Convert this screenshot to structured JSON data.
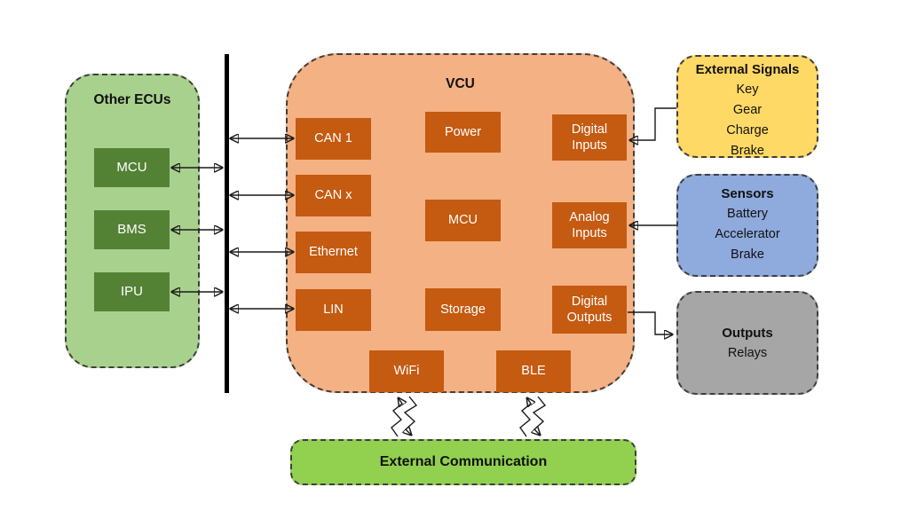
{
  "other_ecus": {
    "title": "Other ECUs",
    "items": [
      "MCU",
      "BMS",
      "IPU"
    ]
  },
  "vcu": {
    "title": "VCU",
    "modules": {
      "can1": "CAN 1",
      "canx": "CAN x",
      "ethernet": "Ethernet",
      "lin": "LIN",
      "power": "Power",
      "mcu": "MCU",
      "storage": "Storage",
      "digital_inputs": "Digital Inputs",
      "analog_inputs": "Analog Inputs",
      "digital_outputs": "Digital Outputs",
      "wifi": "WiFi",
      "ble": "BLE"
    }
  },
  "external_signals": {
    "title": "External Signals",
    "items": [
      "Key",
      "Gear",
      "Charge",
      "Brake"
    ]
  },
  "sensors": {
    "title": "Sensors",
    "items": [
      "Battery",
      "Accelerator",
      "Brake"
    ]
  },
  "outputs": {
    "title": "Outputs",
    "items": [
      "Relays"
    ]
  },
  "external_communication": {
    "title": "External Communication"
  },
  "colors": {
    "panel-green": "#A9D18E",
    "chip-green": "#538235",
    "panel-orange": "#F4B183",
    "chip-orange": "#C55A11",
    "yellow": "#FFD966",
    "blue": "#8FAADC",
    "gray": "#A6A6A6",
    "bright-green": "#92D050",
    "border": "#3F3F3F",
    "arrow": "#1A1A1A"
  }
}
